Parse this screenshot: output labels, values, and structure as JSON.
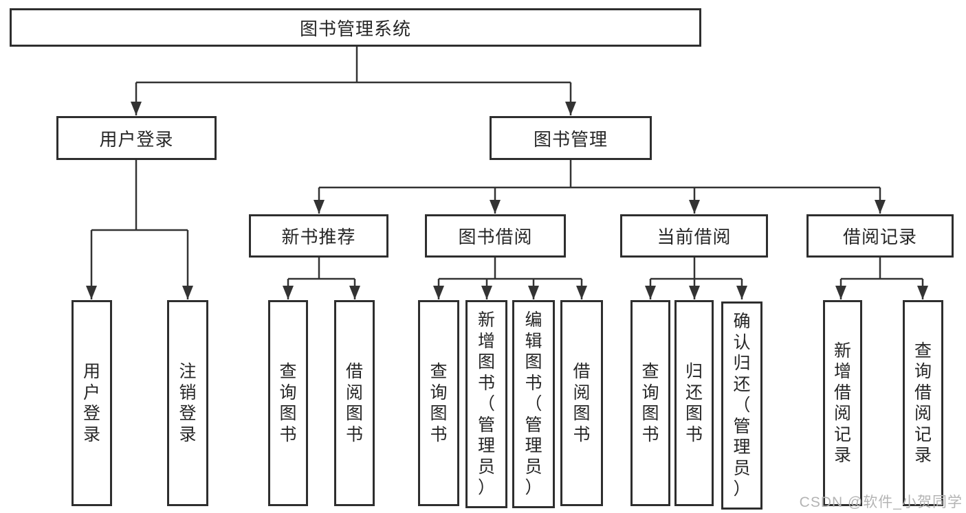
{
  "colors": {
    "line": "#333333",
    "box_border": "#2e2e2e",
    "text": "#262626",
    "watermark": "#b4b4b4",
    "background": "#ffffff"
  },
  "watermark": {
    "text": "CSDN @软件_小贺同学"
  },
  "tree": {
    "label": "图书管理系统",
    "children": [
      {
        "label": "用户登录",
        "children": [
          {
            "label": "用户登录"
          },
          {
            "label": "注销登录"
          }
        ]
      },
      {
        "label": "图书管理",
        "children": [
          {
            "label": "新书推荐",
            "children": [
              {
                "label": "查询图书"
              },
              {
                "label": "借阅图书"
              }
            ]
          },
          {
            "label": "图书借阅",
            "children": [
              {
                "label": "查询图书"
              },
              {
                "label": "新增图书（管理员）"
              },
              {
                "label": "编辑图书（管理员）"
              },
              {
                "label": "借阅图书"
              }
            ]
          },
          {
            "label": "当前借阅",
            "children": [
              {
                "label": "查询图书"
              },
              {
                "label": "归还图书"
              },
              {
                "label": "确认归还（管理员）"
              }
            ]
          },
          {
            "label": "借阅记录",
            "children": [
              {
                "label": "新增借阅记录"
              },
              {
                "label": "查询借阅记录"
              }
            ]
          }
        ]
      }
    ]
  }
}
